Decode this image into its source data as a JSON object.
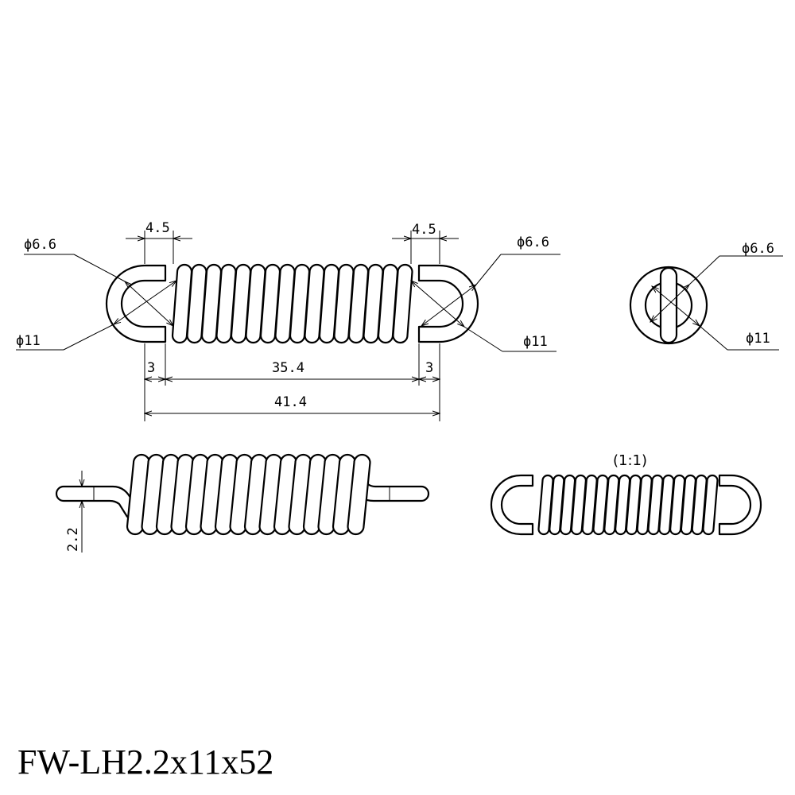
{
  "part_number": "FW-LH2.2x11x52",
  "scale_label": "(1:1)",
  "dimensions": {
    "hook_offset_left": "4.5",
    "hook_offset_right": "4.5",
    "inner_dia_left": "ϕ6.6",
    "outer_dia_left": "ϕ11",
    "inner_dia_right": "ϕ6.6",
    "outer_dia_right": "ϕ11",
    "end_view_inner_dia": "ϕ6.6",
    "end_view_outer_dia": "ϕ11",
    "hook_length_left": "3",
    "body_length": "35.4",
    "hook_length_right": "3",
    "overall_length": "41.4",
    "wire_dia": "2.2"
  }
}
